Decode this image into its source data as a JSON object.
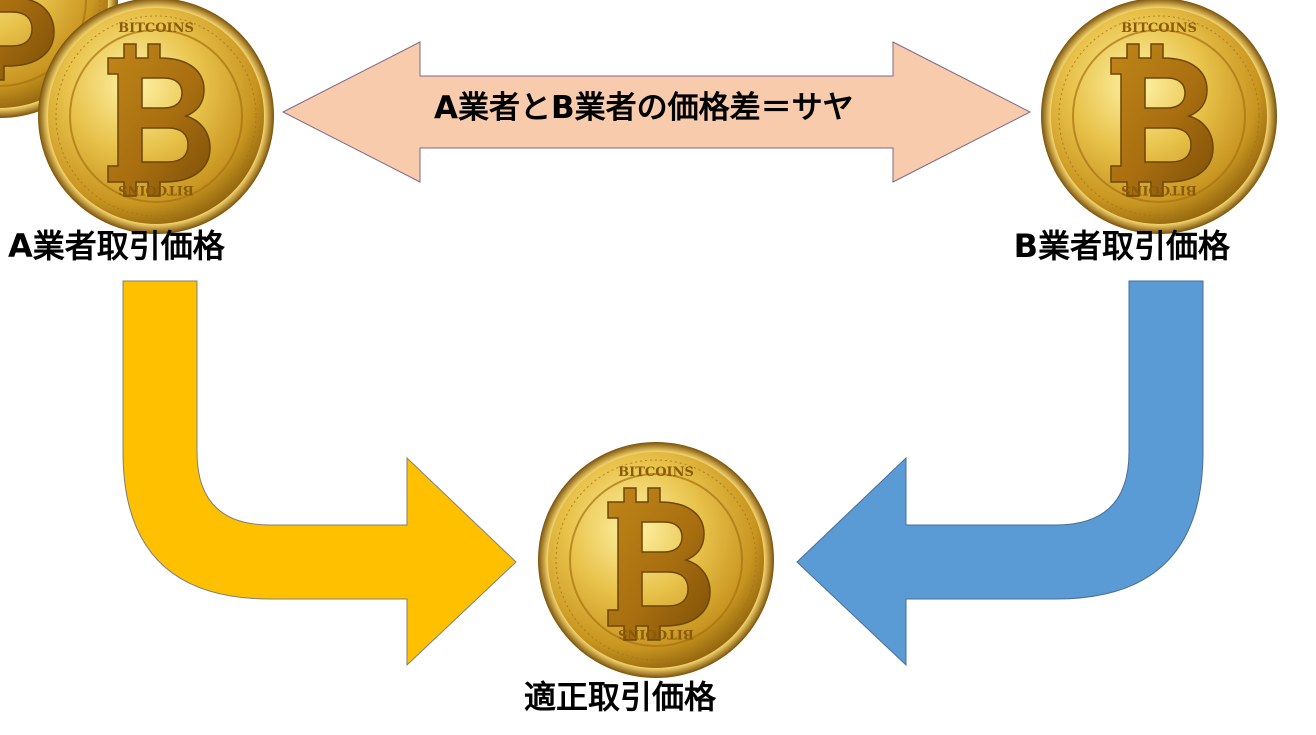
{
  "labels": {
    "vendor_a_price": "A業者取引価格",
    "vendor_b_price": "B業者取引価格",
    "fair_price": "適正取引価格",
    "spread": "A業者とB業者の価格差＝サヤ"
  },
  "coin": {
    "top_text": "BITCOINS",
    "bottom_text": "BITCOINS",
    "symbol": "B",
    "binary_ring": "0011011101001010100101"
  },
  "icons": {
    "coin": "bitcoin-coin-icon",
    "double_arrow": "double-arrow-icon",
    "curved_arrow": "curved-arrow-icon"
  },
  "colors": {
    "spread_arrow": "#f8cbad",
    "left_arrow": "#ffc000",
    "right_arrow": "#5b9bd5",
    "coin_gold": "#d4a017",
    "text": "#000000"
  }
}
